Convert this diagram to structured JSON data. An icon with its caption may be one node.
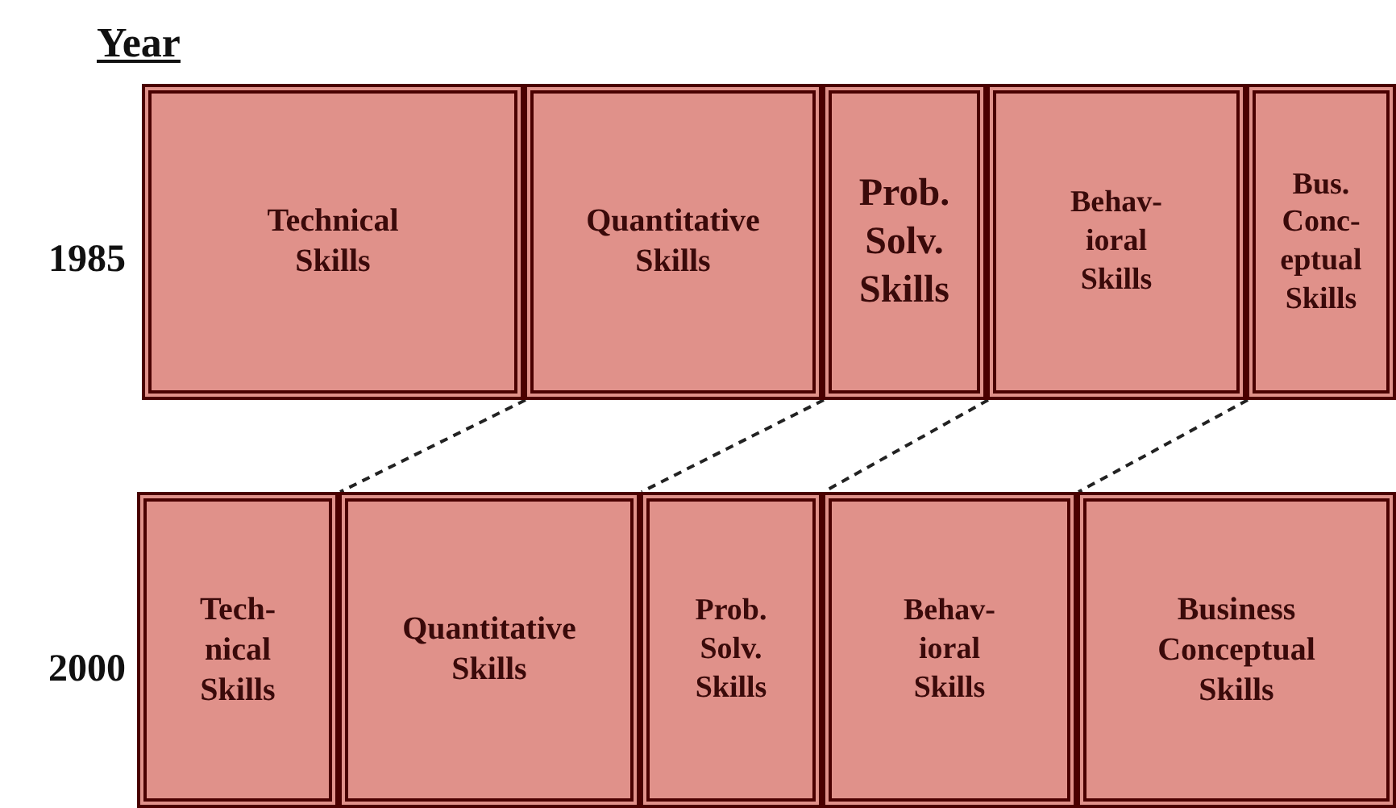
{
  "diagram": {
    "nodes": [
      {
        "text": [
          "Technical Skills"
        ]
      },
      {
        "text": [
          "Quantitative Skills"
        ]
      },
      {
        "text": [
          "Prob. Solv. Skills"
        ]
      },
      {
        "text": [
          "Behav- ioral Skills"
        ]
      },
      {
        "text": [
          "Bus. Conc- eptual Skills"
        ]
      },
      {
        "text": [
          "Tech- nical Skills"
        ]
      },
      {
        "text": [
          "Quantitative Skills"
        ]
      },
      {
        "text": [
          "Prob. Solv. Skills"
        ]
      },
      {
        "text": [
          "Behav- ioral Skills"
        ]
      },
      {
        "text": [
          "Business Conceptual Skills"
        ]
      }
    ],
    "edges": [
      {
        "from": 1,
        "to": 6,
        "arrow": "none",
        "style": "dashed"
      },
      {
        "from": 2,
        "to": 7,
        "arrow": "none",
        "style": "dashed"
      },
      {
        "from": 3,
        "to": 8,
        "arrow": "none",
        "style": "dashed"
      },
      {
        "from": 4,
        "to": 9,
        "arrow": "none",
        "style": "dashed"
      }
    ],
    "labels": [
      "Year",
      "1985",
      "2000"
    ]
  }
}
